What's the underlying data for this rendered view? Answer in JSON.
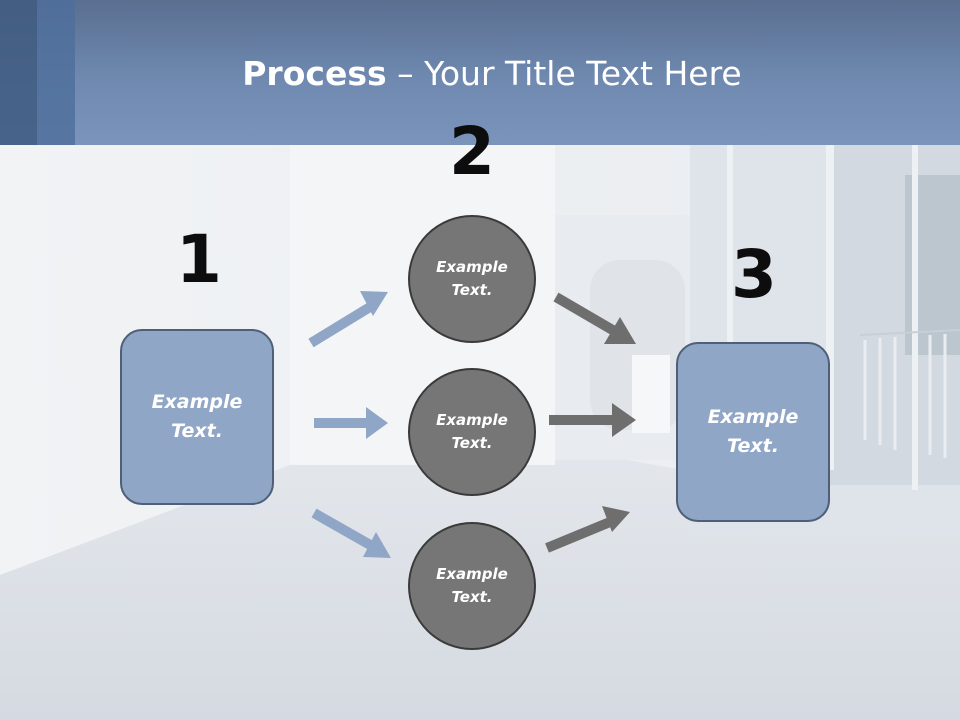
{
  "slide": {
    "title_bold": "Process",
    "title_rest": " – Your Title Text Here"
  },
  "steps": {
    "step1": {
      "number": "1",
      "label": "Example\nText."
    },
    "step2": {
      "number": "2",
      "items": [
        {
          "label": "Example\nText."
        },
        {
          "label": "Example\nText."
        },
        {
          "label": "Example\nText."
        }
      ]
    },
    "step3": {
      "number": "3",
      "label": "Example\nText."
    }
  },
  "colors": {
    "header": "#6f89b0",
    "box_fill": "#8fa6c6",
    "circle_fill": "#767676",
    "arrow_blue": "#8fa6c6",
    "arrow_gray": "#6e6e6e"
  }
}
